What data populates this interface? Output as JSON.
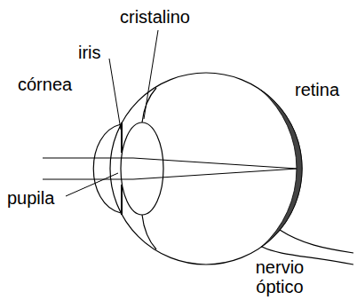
{
  "diagram": {
    "labels": [
      "cristalino",
      "iris",
      "córnea",
      "pupila",
      "retina",
      "nervio óptico"
    ]
  }
}
